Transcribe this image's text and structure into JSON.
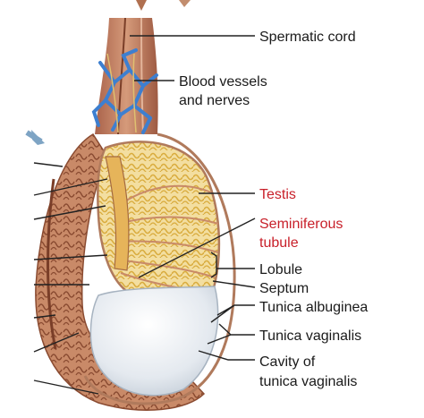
{
  "labels": {
    "spermatic_cord": "Spermatic cord",
    "blood_vessels_1": "Blood vessels",
    "blood_vessels_2": "and nerves",
    "testis": "Testis",
    "seminiferous_1": "Seminiferous",
    "seminiferous_2": "tubule",
    "lobule": "Lobule",
    "septum": "Septum",
    "tunica_albuginea": "Tunica albuginea",
    "tunica_vaginalis": "Tunica vaginalis",
    "cavity_1": "Cavity of",
    "cavity_2": "tunica vaginalis"
  },
  "colors": {
    "highlight_label": "#c8202a",
    "tissue": "#c98a68",
    "tissue_dark": "#9b5a3e",
    "tubule": "#e9c96c",
    "vessel": "#3d7fd0",
    "cavity": "#dfe6ee"
  }
}
